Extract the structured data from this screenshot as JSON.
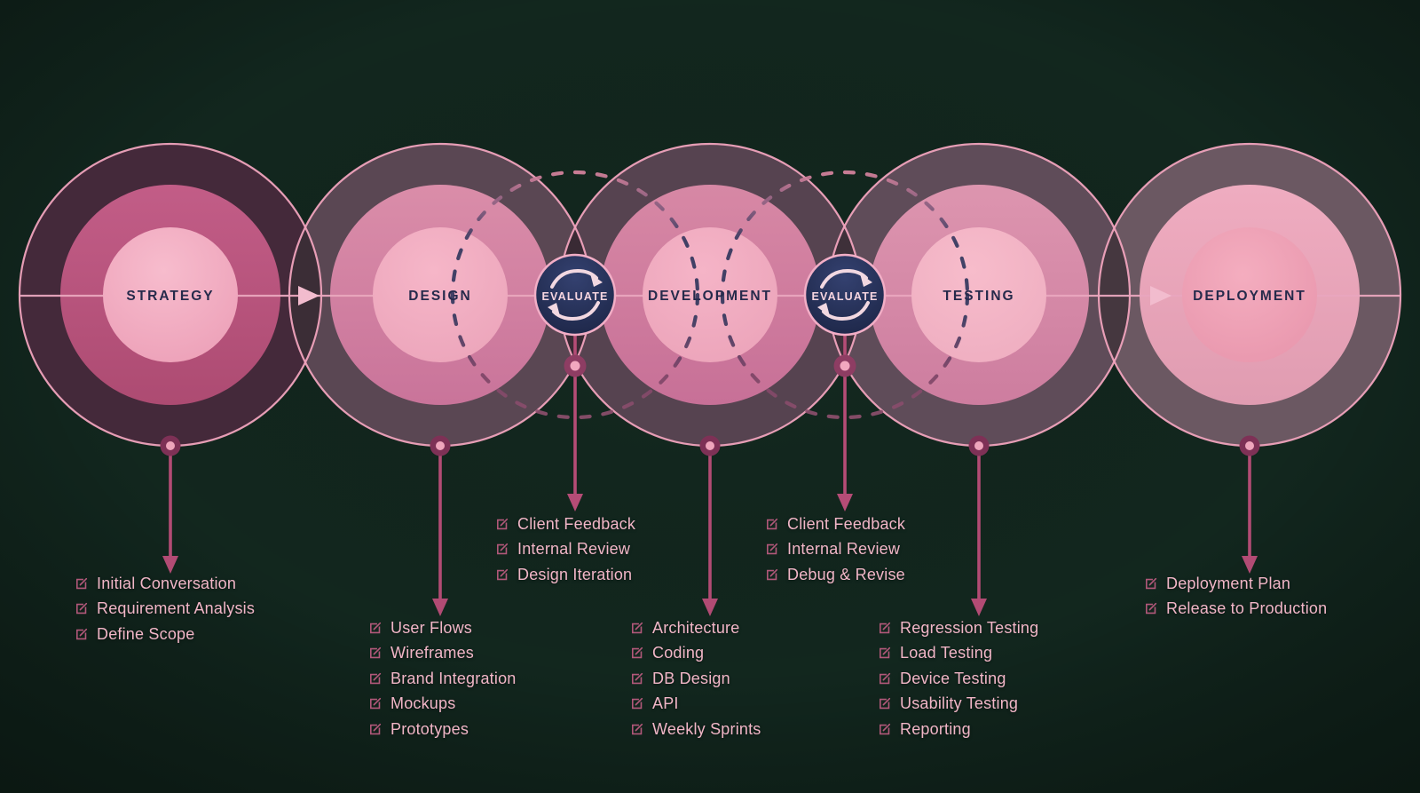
{
  "title": "Web development process diagram",
  "stages": [
    {
      "label": "STRATEGY",
      "items": [
        "Initial Conversation",
        "Requirement Analysis",
        "Define Scope"
      ]
    },
    {
      "label": "DESIGN",
      "items": [
        "User Flows",
        "Wireframes",
        "Brand Integration",
        "Mockups",
        "Prototypes"
      ]
    },
    {
      "label": "DEVELOPMENT",
      "items": [
        "Architecture",
        "Coding",
        "DB Design",
        "API",
        "Weekly Sprints"
      ]
    },
    {
      "label": "TESTING",
      "items": [
        "Regression Testing",
        "Load Testing",
        "Device Testing",
        "Usability Testing",
        "Reporting"
      ]
    },
    {
      "label": "DEPLOYMENT",
      "items": [
        "Deployment Plan",
        "Release to Production"
      ]
    }
  ],
  "evaluate_loops": [
    {
      "label": "EVALUATE",
      "items": [
        "Client Feedback",
        "Internal Review",
        "Design Iteration"
      ]
    },
    {
      "label": "EVALUATE",
      "items": [
        "Client Feedback",
        "Internal Review",
        "Debug & Revise"
      ]
    }
  ],
  "colors": {
    "background": "#132920",
    "circle_stroke_pink": "#f0a3bd",
    "label_navy": "#262a4b",
    "badge_navy": "#1b2444",
    "badge_text": "#f6d5e0",
    "list_text": "#f1b6c7",
    "icon_rose": "#b2587a",
    "connector_magenta": "#b24b74",
    "axis_line_pink": "#e9a6be",
    "dash_navy": "#33375e",
    "dash_pink": "#d9849f"
  }
}
